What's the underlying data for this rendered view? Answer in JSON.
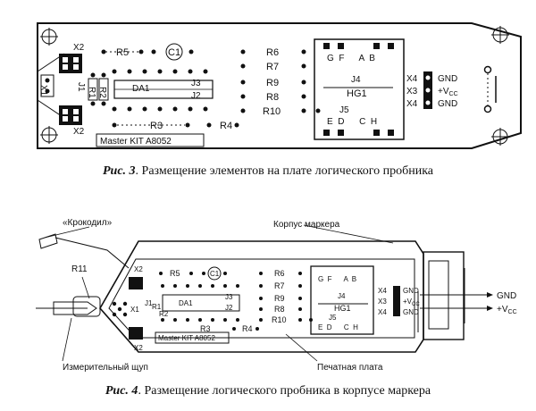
{
  "fig3": {
    "caption_num": "Рис. 3",
    "caption_text": ". Размещение элементов на плате логического пробника",
    "labels": {
      "x2a": "X2",
      "x1": "X1",
      "x2b": "X2",
      "j1": "J1",
      "r5": "R5",
      "c1": "C1",
      "j3": "J3",
      "da1": "DA1",
      "j2": "J2",
      "r1": "R1",
      "r2": "R2",
      "r3": "R3",
      "r4": "R4",
      "r6": "R6",
      "r7": "R7",
      "r9": "R9",
      "r8": "R8",
      "r10": "R10",
      "hg_top": "G  F      A  B",
      "j4": "J4",
      "hg1": "HG1",
      "j5": "J5",
      "hg_bot": "E  D      C  H",
      "x4a": "X4",
      "x3": "X3",
      "x4b": "X4",
      "gnd1": "GND",
      "vcc": "+V",
      "vcc_sub": "CC",
      "gnd2": "GND",
      "kit": "Master KIT A8052"
    }
  },
  "fig4": {
    "caption_num": "Рис. 4",
    "caption_text": ". Размещение логического пробника в корпусе маркера",
    "krokodil": "«Крокодил»",
    "korpus": "Корпус маркера",
    "r11": "R11",
    "shchup": "Измерительный щуп",
    "plata": "Печатная плата",
    "gnd_out": "GND",
    "vcc_out": "+V",
    "vcc_out_sub": "CC",
    "labels": {
      "x2a": "X2",
      "x1": "X1",
      "x2b": "X2",
      "j1": "J1",
      "r5": "R5",
      "c1": "C1",
      "j3": "J3",
      "da1": "DA1",
      "j2": "J2",
      "r1": "R1",
      "r2": "R2",
      "r3": "R3",
      "r4": "R4",
      "r6": "R6",
      "r7": "R7",
      "r9": "R9",
      "r8": "R8",
      "r10": "R10",
      "hg_top": "G  F      A  B",
      "j4": "J4",
      "hg1": "HG1",
      "j5": "J5",
      "hg_bot": "E  D      C  H",
      "x4a": "X4",
      "x3": "X3",
      "x4b": "X4",
      "gnd1": "GND",
      "vcc": "+V",
      "vcc_sub": "CC",
      "gnd2": "GND",
      "kit": "Master KIT A8052"
    }
  }
}
